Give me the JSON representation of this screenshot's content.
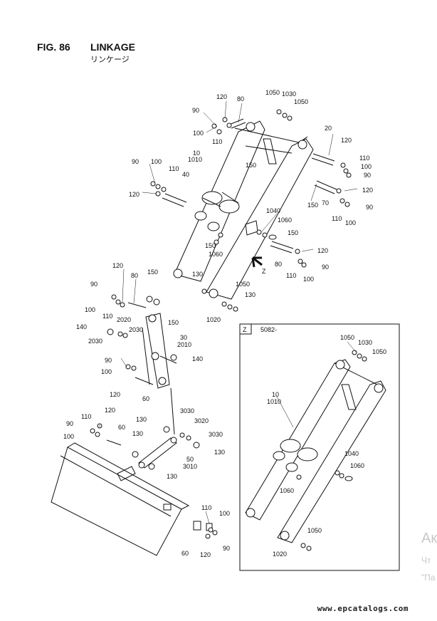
{
  "header": {
    "fig_number": "FIG. 86",
    "title": "LINKAGE",
    "subtitle": "リンケージ"
  },
  "inset": {
    "label": "Z",
    "ref": "5082-"
  },
  "view_marker": "Z",
  "callouts": {
    "c120a": "120",
    "c80a": "80",
    "c1050a": "1050",
    "c1030a": "1030",
    "c1050b": "1050",
    "c90a": "90",
    "c100a": "100",
    "c110a": "110",
    "c20": "20",
    "c120b": "120",
    "c10": "10",
    "c1010": "1010",
    "c150a": "150",
    "c110b": "110",
    "c100b": "100",
    "c90b": "90",
    "c90c": "90",
    "c100c": "100",
    "c110c": "110",
    "c40": "40",
    "c120c": "120",
    "c150b": "150",
    "c70": "70",
    "c120d": "120",
    "c110d": "110",
    "c100d": "100",
    "c90d": "90",
    "c1040": "1040",
    "c1060a": "1060",
    "c150c": "150",
    "c150d": "150",
    "c1060b": "1060",
    "c120e": "120",
    "c80b": "80",
    "c90e": "90",
    "c110e": "110",
    "c100e": "100",
    "c130a": "130",
    "c1050c": "1050",
    "c130b": "130",
    "c1020": "1020",
    "c120f": "120",
    "c80c": "80",
    "c150e": "150",
    "c90f": "90",
    "c100f": "100",
    "c110f": "110",
    "c150f": "150",
    "c2020": "2020",
    "c2030a": "2030",
    "c140a": "140",
    "c30": "30",
    "c2030b": "2030",
    "c2010": "2010",
    "c140b": "140",
    "c90g": "90",
    "c100g": "100",
    "c120g": "120",
    "c60a": "60",
    "c110g": "110",
    "c120h": "120",
    "c90h": "90",
    "c60b": "60",
    "c100h": "100",
    "c130c": "130",
    "c3030a": "3030",
    "c3020": "3020",
    "c130d": "130",
    "c3030b": "3030",
    "c130e": "130",
    "c50": "50",
    "c3010": "3010",
    "c130f": "130",
    "c110i": "110",
    "c100i": "100",
    "c60c": "60",
    "c120i": "120",
    "c90i": "90",
    "z1050a": "1050",
    "z1030": "1030",
    "z1050b": "1050",
    "z10": "10",
    "z1010": "1010",
    "z1040": "1040",
    "z1060a": "1060",
    "z1060b": "1060",
    "z1050c": "1050",
    "z1020": "1020"
  },
  "watermark": "www.epcatalogs.com",
  "overlay": {
    "line1": "Ак",
    "line2": "Чт",
    "line3": "\"Па"
  }
}
